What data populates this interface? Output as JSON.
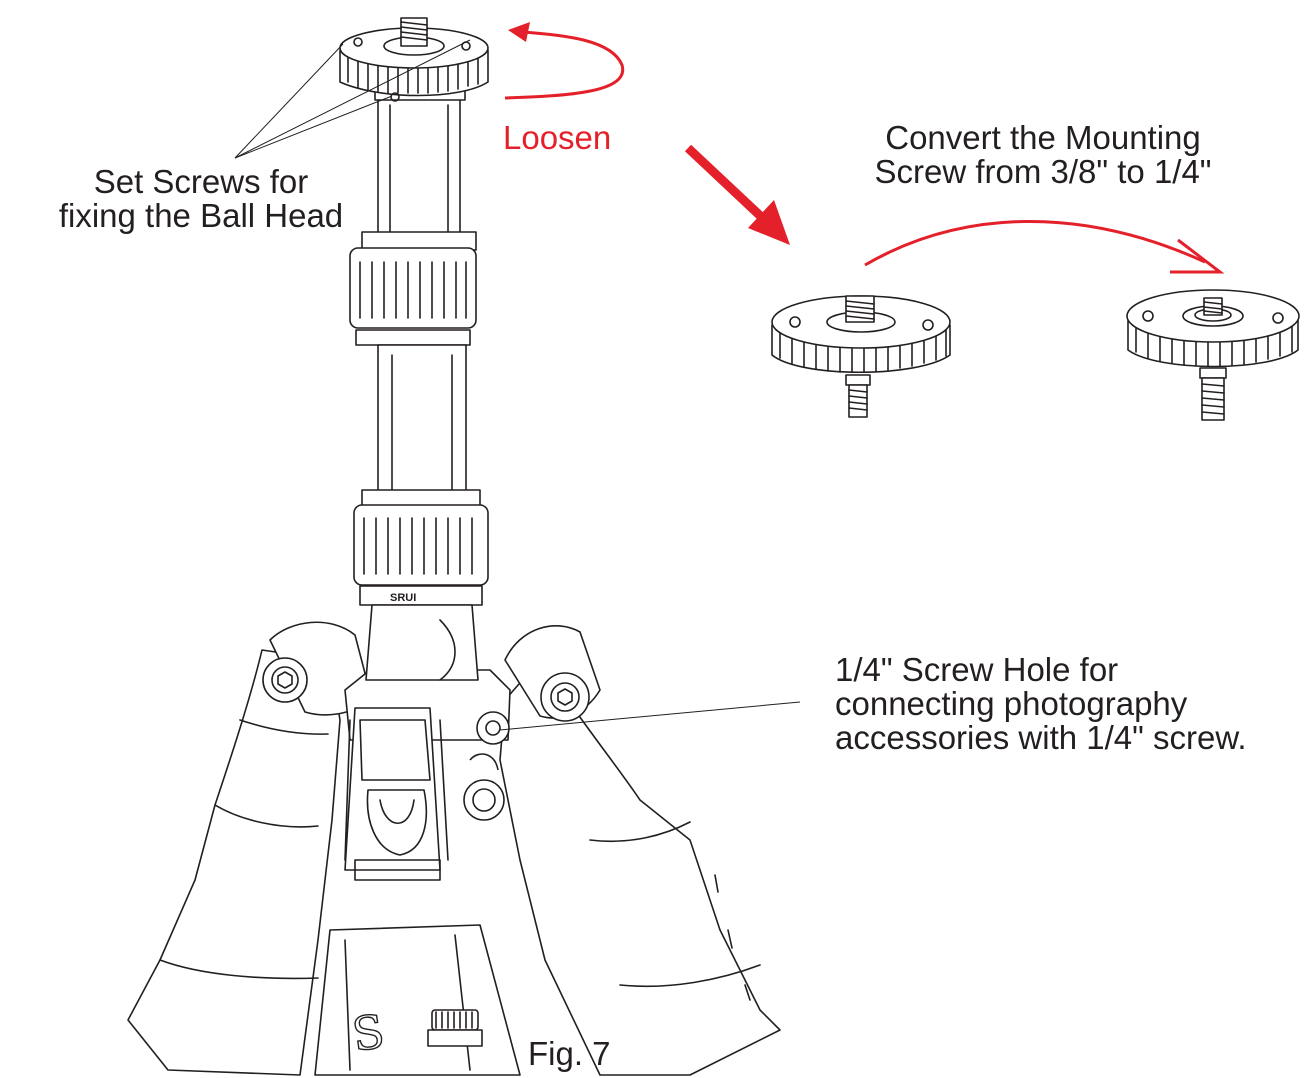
{
  "labels": {
    "loosen": "Loosen",
    "set_screws_line1": "Set Screws for",
    "set_screws_line2": "fixing the Ball Head",
    "convert_line1": "Convert the Mounting",
    "convert_line2": "Screw from 3/8\" to 1/4\"",
    "screw_hole_line1": "1/4\" Screw Hole for",
    "screw_hole_line2": "connecting photography",
    "screw_hole_line3": "accessories with 1/4\" screw.",
    "figure": "Fig. 7"
  },
  "brand_marks": {
    "ring_text": "SRUI",
    "leg_logo": "S"
  },
  "colors": {
    "line": "#231f20",
    "accent_red": "#e4202a",
    "background": "#ffffff"
  }
}
